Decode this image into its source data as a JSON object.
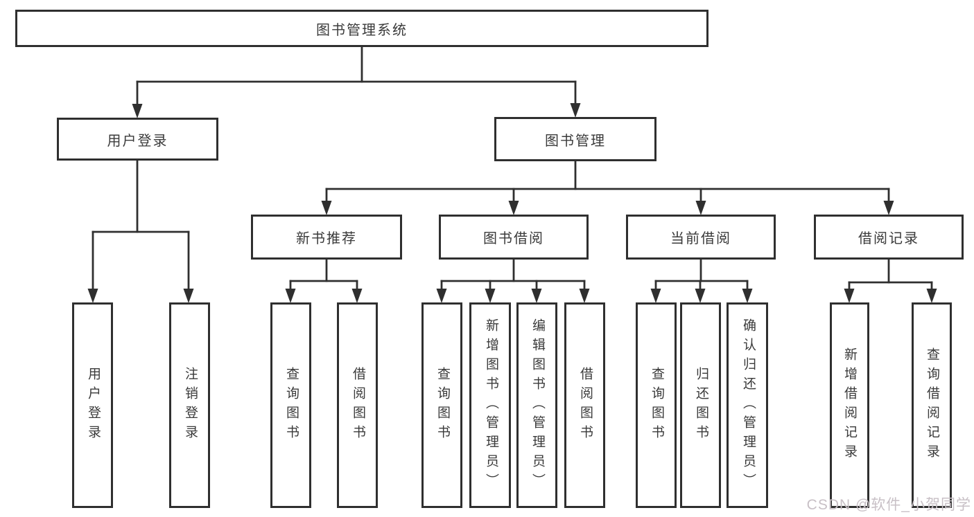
{
  "diagram": {
    "nodes": {
      "root": "图书管理系统",
      "user": "用户登录",
      "mgmt": "图书管理",
      "l3_new": "新书推荐",
      "l3_borrow": "图书借阅",
      "l3_current": "当前借阅",
      "l3_record": "借阅记录",
      "leaf_user_login": "用户登录",
      "leaf_user_logout": "注销登录",
      "leaf_new_query": "查询图书",
      "leaf_new_borrow": "借阅图书",
      "leaf_borrow_query": "查询图书",
      "leaf_borrow_add": "新增图书（管理员）",
      "leaf_borrow_edit": "编辑图书（管理员）",
      "leaf_borrow_borrow": "借阅图书",
      "leaf_current_query": "查询图书",
      "leaf_current_return": "归还图书",
      "leaf_current_confirm": "确认归还（管理员）",
      "leaf_record_add": "新增借阅记录",
      "leaf_record_query": "查询借阅记录"
    },
    "watermark": "CSDN @软件_小贺同学",
    "colors": {
      "line": "#2f2f2f",
      "box_border": "#2f2f2f",
      "box_fill": "#ffffff",
      "text": "#3a3a3a",
      "watermark": "#c8c0c6",
      "background": "#ffffff"
    }
  }
}
